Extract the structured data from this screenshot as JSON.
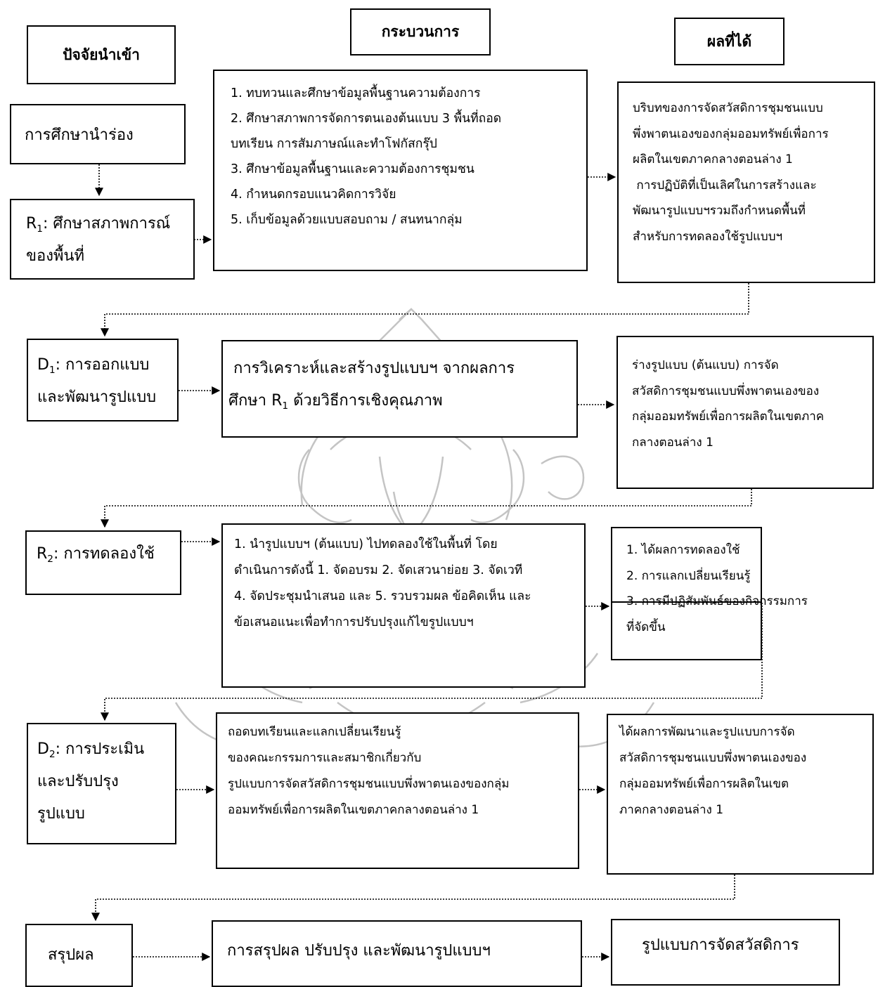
{
  "headers": {
    "input": "ปัจจัยนำเข้า",
    "process": "กระบวนการ",
    "output": "ผลที่ได้"
  },
  "stage0": {
    "input": "การศึกษานำร่อง"
  },
  "stage1": {
    "input_prefix": "R",
    "input_sub": "1",
    "input_line1_rest": ": ศึกษาสภาพการณ์",
    "input_line2": "ของพื้นที่",
    "process_lines": [
      "1. ทบทวนและศึกษาข้อมูลพื้นฐานความต้องการ",
      "2. ศึกษาสภาพการจัดการตนเองต้นแบบ 3 พื้นที่ถอด",
      "บทเรียน การสัมภาษณ์และทำโฟกัสกรุ๊ป",
      "3. ศึกษาข้อมูลพื้นฐานและความต้องการชุมชน",
      "4. กำหนดกรอบแนวคิดการวิจัย",
      "5. เก็บข้อมูลด้วยแบบสอบถาม / สนทนากลุ่ม"
    ],
    "output_lines": [
      "บริบทของการจัดสวัสดิการชุมชนแบบ",
      "พึ่งพาตนเองของกลุ่มออมทรัพย์เพื่อการ",
      "ผลิตในเขตภาคกลางตอนล่าง 1",
      " การปฏิบัติที่เป็นเลิศในการสร้างและ",
      "พัฒนารูปแบบฯรวมถึงกำหนดพื้นที่",
      "สำหรับการทดลองใช้รูปแบบฯ"
    ]
  },
  "stage2": {
    "input_prefix": "D",
    "input_sub": "1",
    "input_line1_rest": ": การออกแบบ",
    "input_line2": "และพัฒนารูปแบบ",
    "process_line1": " การวิเคราะห์และสร้างรูปแบบฯ จากผลการ",
    "process_line2_a": "ศึกษา R",
    "process_line2_sub": "1",
    "process_line2_b": " ด้วยวิธีการเชิงคุณภาพ",
    "output_lines": [
      "ร่างรูปแบบ (ต้นแบบ) การจัด",
      "สวัสดิการชุมชนแบบพึ่งพาตนเองของ",
      "กลุ่มออมทรัพย์เพื่อการผลิตในเขตภาค",
      "กลางตอนล่าง 1"
    ]
  },
  "stage3": {
    "input_prefix": "R",
    "input_sub": "2",
    "input_rest": ": การทดลองใช้",
    "process_lines": [
      "1. นำรูปแบบฯ (ต้นแบบ) ไปทดลองใช้ในพื้นที่ โดย",
      "ดำเนินการดังนี้ 1. จัดอบรม 2. จัดเสวนาย่อย 3. จัดเวที",
      "4. จัดประชุมนำเสนอ และ 5. รวบรวมผล ข้อคิดเห็น และ",
      "ข้อเสนอแนะเพื่อทำการปรับปรุงแก้ไขรูปแบบฯ"
    ],
    "output_lines": [
      "1. ได้ผลการทดลองใช้",
      "2. การแลกเปลี่ยนเรียนรู้",
      "3. การมีปฏิสัมพันธ์ของกิจกรรมการ",
      "ที่จัดขึ้น"
    ]
  },
  "stage4": {
    "input_prefix": "D",
    "input_sub": "2",
    "input_line1_rest": ": การประเมิน",
    "input_line2": "และปรับปรุง",
    "input_line3": "รูปแบบ",
    "process_lines": [
      "ถอดบทเรียนและแลกเปลี่ยนเรียนรู้",
      "ของคณะกรรมการและสมาชิกเกี่ยวกับ",
      "รูปแบบการจัดสวัสดิการชุมชนแบบพึ่งพาตนเองของกลุ่ม",
      "ออมทรัพย์เพื่อการผลิตในเขตภาคกลางตอนล่าง 1"
    ],
    "output_lines": [
      "ได้ผลการพัฒนาและรูปแบบการจัด",
      "สวัสดิการชุมชนแบบพึ่งพาตนเองของ",
      "กลุ่มออมทรัพย์เพื่อการผลิตในเขต",
      "ภาคกลางตอนล่าง 1"
    ]
  },
  "stage5": {
    "input": "สรุปผล",
    "process": "การสรุปผล ปรับปรุง และพัฒนารูปแบบฯ",
    "output": "รูปแบบการจัดสวัสดิการ"
  },
  "colors": {
    "line": "#000000",
    "watermark": "#b5b5b5"
  }
}
